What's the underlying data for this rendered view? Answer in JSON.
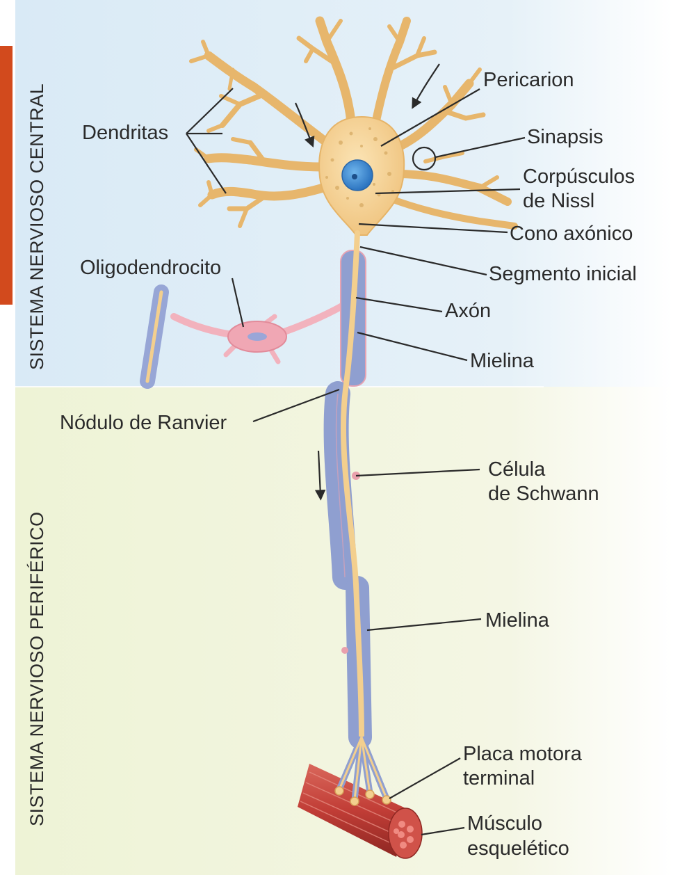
{
  "regions": {
    "central": "SISTEMA NERVIOSO CENTRAL",
    "peripheral": "SISTEMA NERVIOSO PERIFÉRICO"
  },
  "labels": {
    "dendritas": "Dendritas",
    "pericarion": "Pericarion",
    "sinapsis": "Sinapsis",
    "corpusculos_line1": "Corpúsculos",
    "corpusculos_line2": "de Nissl",
    "cono_axonico": "Cono axónico",
    "segmento_inicial": "Segmento inicial",
    "oligodendrocito": "Oligodendrocito",
    "axon": "Axón",
    "mielina_central": "Mielina",
    "nodulo_ranvier": "Nódulo de Ranvier",
    "celula_line1": "Célula",
    "celula_line2": "de Schwann",
    "mielina_peripheral": "Mielina",
    "placa_line1": "Placa motora",
    "placa_line2": "terminal",
    "musculo_line1": "Músculo",
    "musculo_line2": "esquelético"
  },
  "colors": {
    "cns_background": "#e3f0f8",
    "pns_background": "#f2f5df",
    "accent_bar": "#d24a1d",
    "neuron": "#f3cf8e",
    "myelin": "#8f9fd0",
    "oligodendrocyte": "#f0a7b4",
    "nucleus": "#3d89d1",
    "muscle": "#c9473f"
  }
}
